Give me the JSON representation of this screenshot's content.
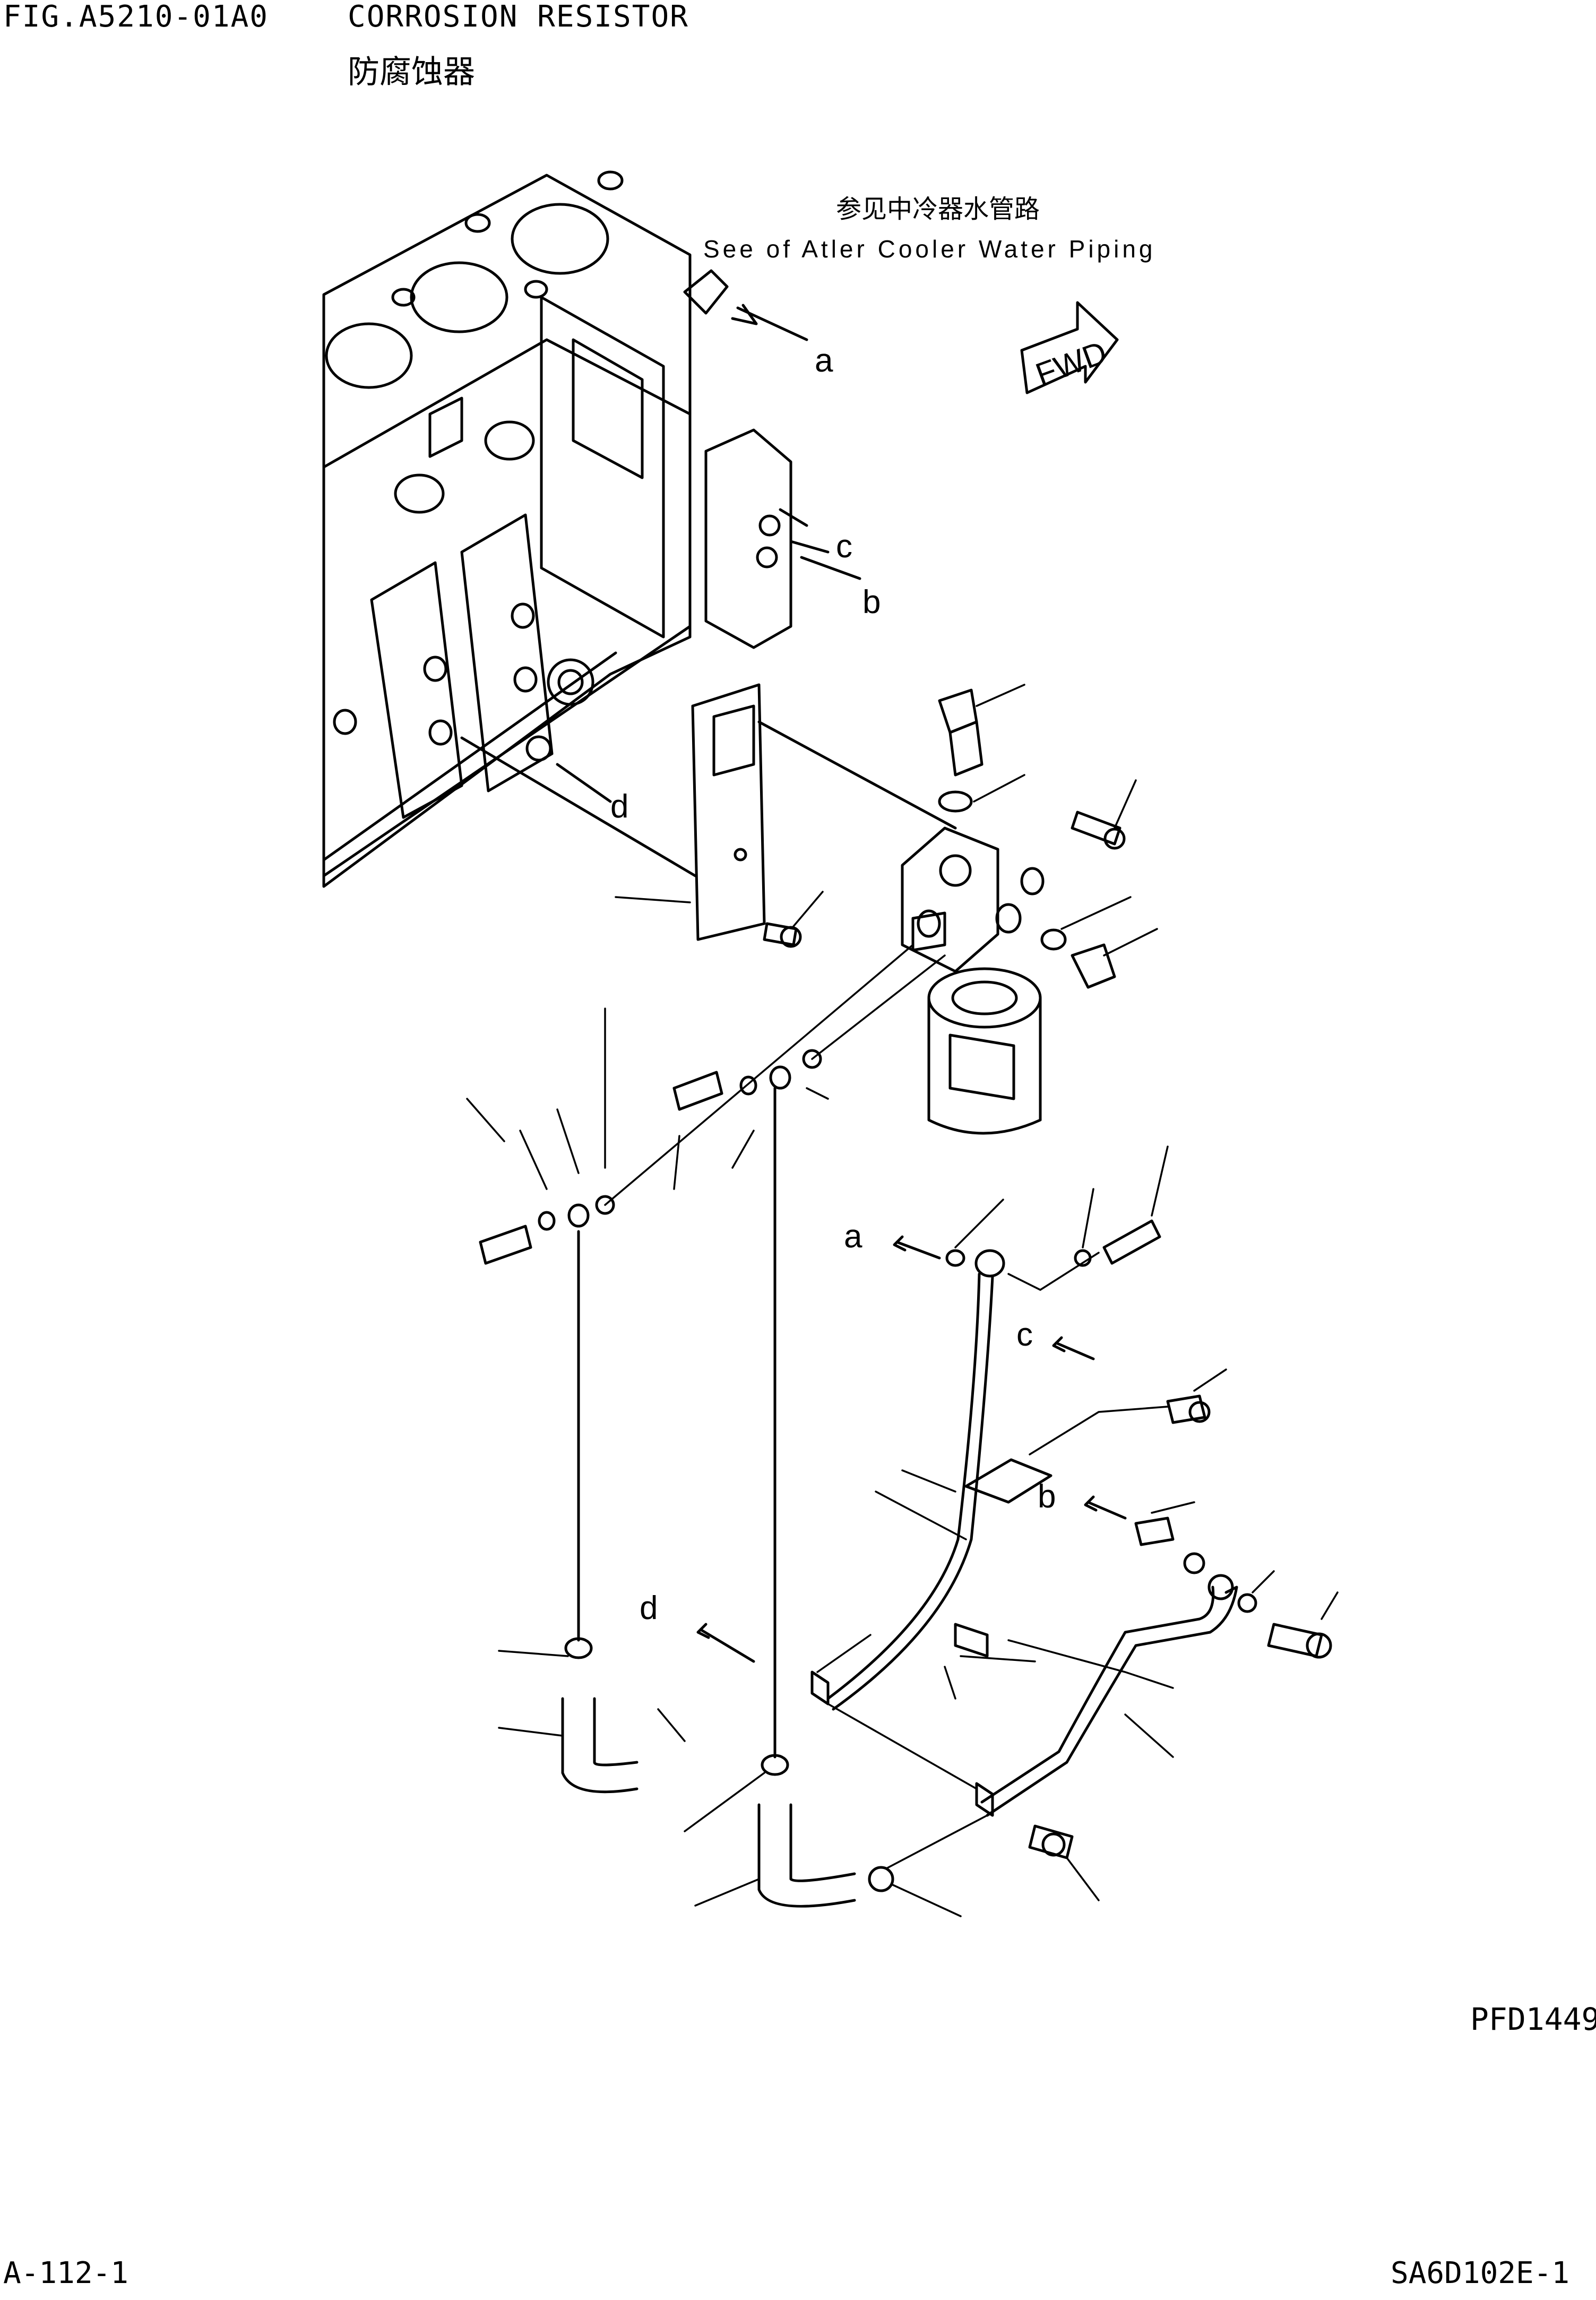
{
  "header": {
    "fig_number": "FIG.A5210-01A0",
    "title_en": "CORROSION RESISTOR",
    "title_cn": "防腐蚀器"
  },
  "note": {
    "text_cn": "参见中冷器水管路",
    "text_en": "See of Atler Cooler Water Piping"
  },
  "direction_marker": "FWD",
  "callout_letters": {
    "a": "a",
    "b": "b",
    "c": "c",
    "d": "d"
  },
  "figure_code": "PFD1449",
  "footer": {
    "page_left": "A-112-1",
    "page_right": "SA6D102E-1"
  }
}
